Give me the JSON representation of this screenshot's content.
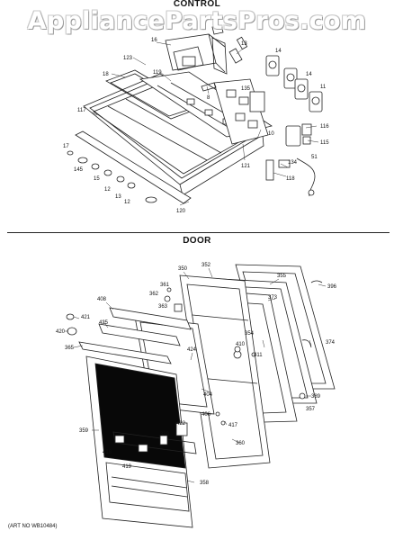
{
  "watermark": "AppliancePartsPros.com",
  "sections": {
    "control": {
      "title": "CONTROL"
    },
    "door": {
      "title": "DOOR"
    }
  },
  "art_number": "(ART NO  WB10484)",
  "control_labels": [
    "16",
    "123",
    "18",
    "119",
    "8",
    "13",
    "14",
    "14",
    "11",
    "135",
    "10",
    "117",
    "121",
    "116",
    "115",
    "17",
    "145",
    "15",
    "12",
    "13",
    "12",
    "120",
    "134",
    "51",
    "118"
  ],
  "door_labels": [
    "350",
    "352",
    "355",
    "396",
    "361",
    "362",
    "363",
    "373",
    "408",
    "421",
    "425",
    "354",
    "420",
    "365",
    "424",
    "410",
    "411",
    "374",
    "404",
    "389",
    "357",
    "406",
    "417",
    "422",
    "359",
    "389",
    "418",
    "419",
    "360",
    "358"
  ]
}
